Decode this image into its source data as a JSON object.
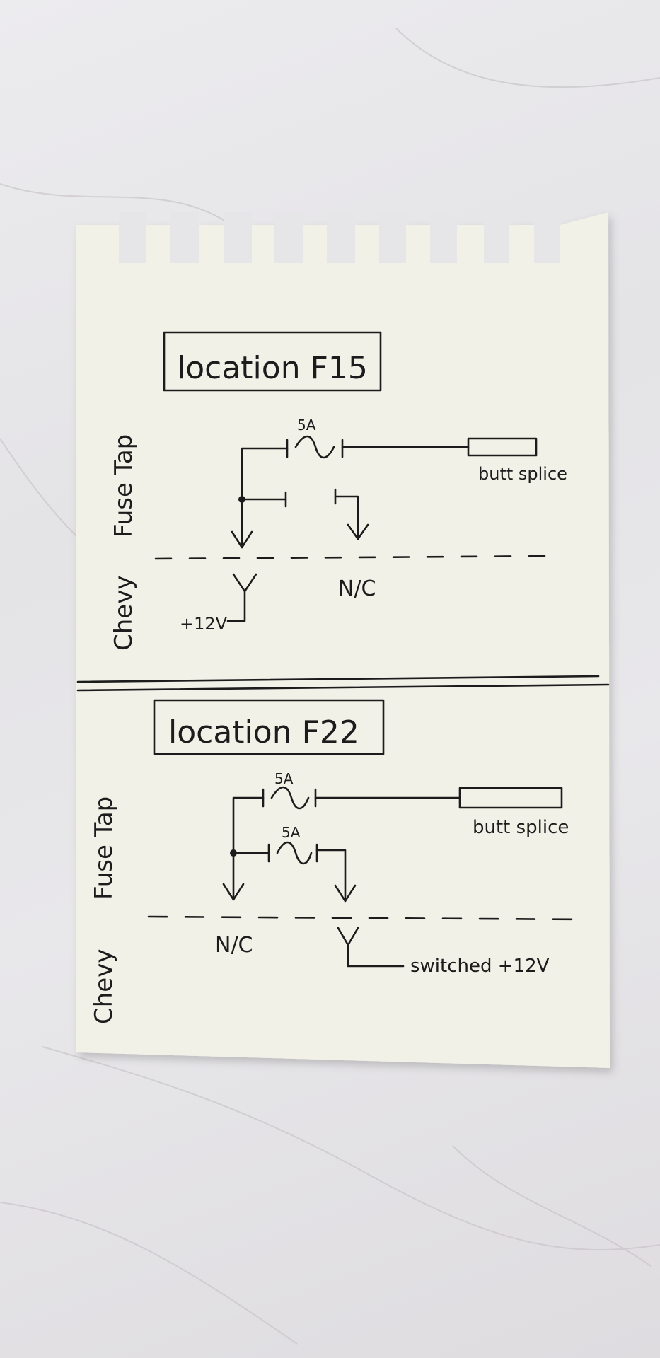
{
  "colors": {
    "paper": "#f1f1e8",
    "ink": "#1c1c1c",
    "marble": "#e6e5e8"
  },
  "top": {
    "location": "location  F15",
    "fuse_rating": "5A",
    "butt_splice": "butt splice",
    "side_fuse_tap": "Fuse Tap",
    "side_chevy": "Chevy",
    "nc": "N/C",
    "plus12": "+12V"
  },
  "bottom": {
    "location": "location  F22",
    "fuse_rating_1": "5A",
    "fuse_rating_2": "5A",
    "butt_splice": "butt splice",
    "side_fuse_tap": "Fuse Tap",
    "side_chevy": "Chevy",
    "nc": "N/C",
    "switched": "switched +12V"
  }
}
